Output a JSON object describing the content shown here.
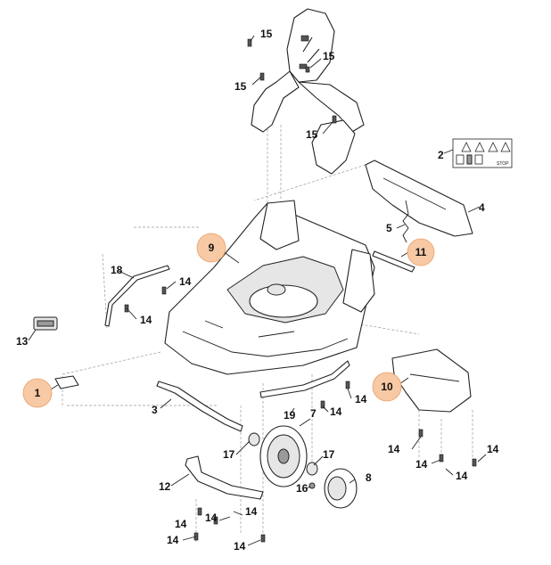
{
  "callouts": [
    {
      "id": "c1",
      "text": "1",
      "highlight": true
    },
    {
      "id": "c2",
      "text": "2",
      "highlight": false
    },
    {
      "id": "c3",
      "text": "3",
      "highlight": false
    },
    {
      "id": "c4",
      "text": "4",
      "highlight": false
    },
    {
      "id": "c5",
      "text": "5",
      "highlight": false
    },
    {
      "id": "c7",
      "text": "7",
      "highlight": false
    },
    {
      "id": "c8",
      "text": "8",
      "highlight": false
    },
    {
      "id": "c9",
      "text": "9",
      "highlight": true
    },
    {
      "id": "c10",
      "text": "10",
      "highlight": true
    },
    {
      "id": "c11",
      "text": "11",
      "highlight": true
    },
    {
      "id": "c12",
      "text": "12",
      "highlight": false
    },
    {
      "id": "c13",
      "text": "13",
      "highlight": false
    },
    {
      "id": "c16",
      "text": "16",
      "highlight": false
    },
    {
      "id": "c17a",
      "text": "17",
      "highlight": false
    },
    {
      "id": "c17b",
      "text": "17",
      "highlight": false
    },
    {
      "id": "c18",
      "text": "18",
      "highlight": false
    },
    {
      "id": "c19",
      "text": "19",
      "highlight": false
    },
    {
      "id": "c14a",
      "text": "14",
      "highlight": false
    },
    {
      "id": "c14b",
      "text": "14",
      "highlight": false
    },
    {
      "id": "c14c",
      "text": "14",
      "highlight": false
    },
    {
      "id": "c14d",
      "text": "14",
      "highlight": false
    },
    {
      "id": "c14e",
      "text": "14",
      "highlight": false
    },
    {
      "id": "c14f",
      "text": "14",
      "highlight": false
    },
    {
      "id": "c14g",
      "text": "14",
      "highlight": false
    },
    {
      "id": "c14h",
      "text": "14",
      "highlight": false
    },
    {
      "id": "c14i",
      "text": "14",
      "highlight": false
    },
    {
      "id": "c14j",
      "text": "14",
      "highlight": false
    },
    {
      "id": "c14k",
      "text": "14",
      "highlight": false
    },
    {
      "id": "c14l",
      "text": "14",
      "highlight": false
    },
    {
      "id": "c14m",
      "text": "14",
      "highlight": false
    },
    {
      "id": "c15a",
      "text": "15",
      "highlight": false
    },
    {
      "id": "c15b",
      "text": "15",
      "highlight": false
    },
    {
      "id": "c15c",
      "text": "15",
      "highlight": false
    },
    {
      "id": "c15d",
      "text": "15",
      "highlight": false
    }
  ],
  "highlight_color": "#f7c9a4",
  "highlight_border": "#e9a06a",
  "label_stop": "STOP"
}
